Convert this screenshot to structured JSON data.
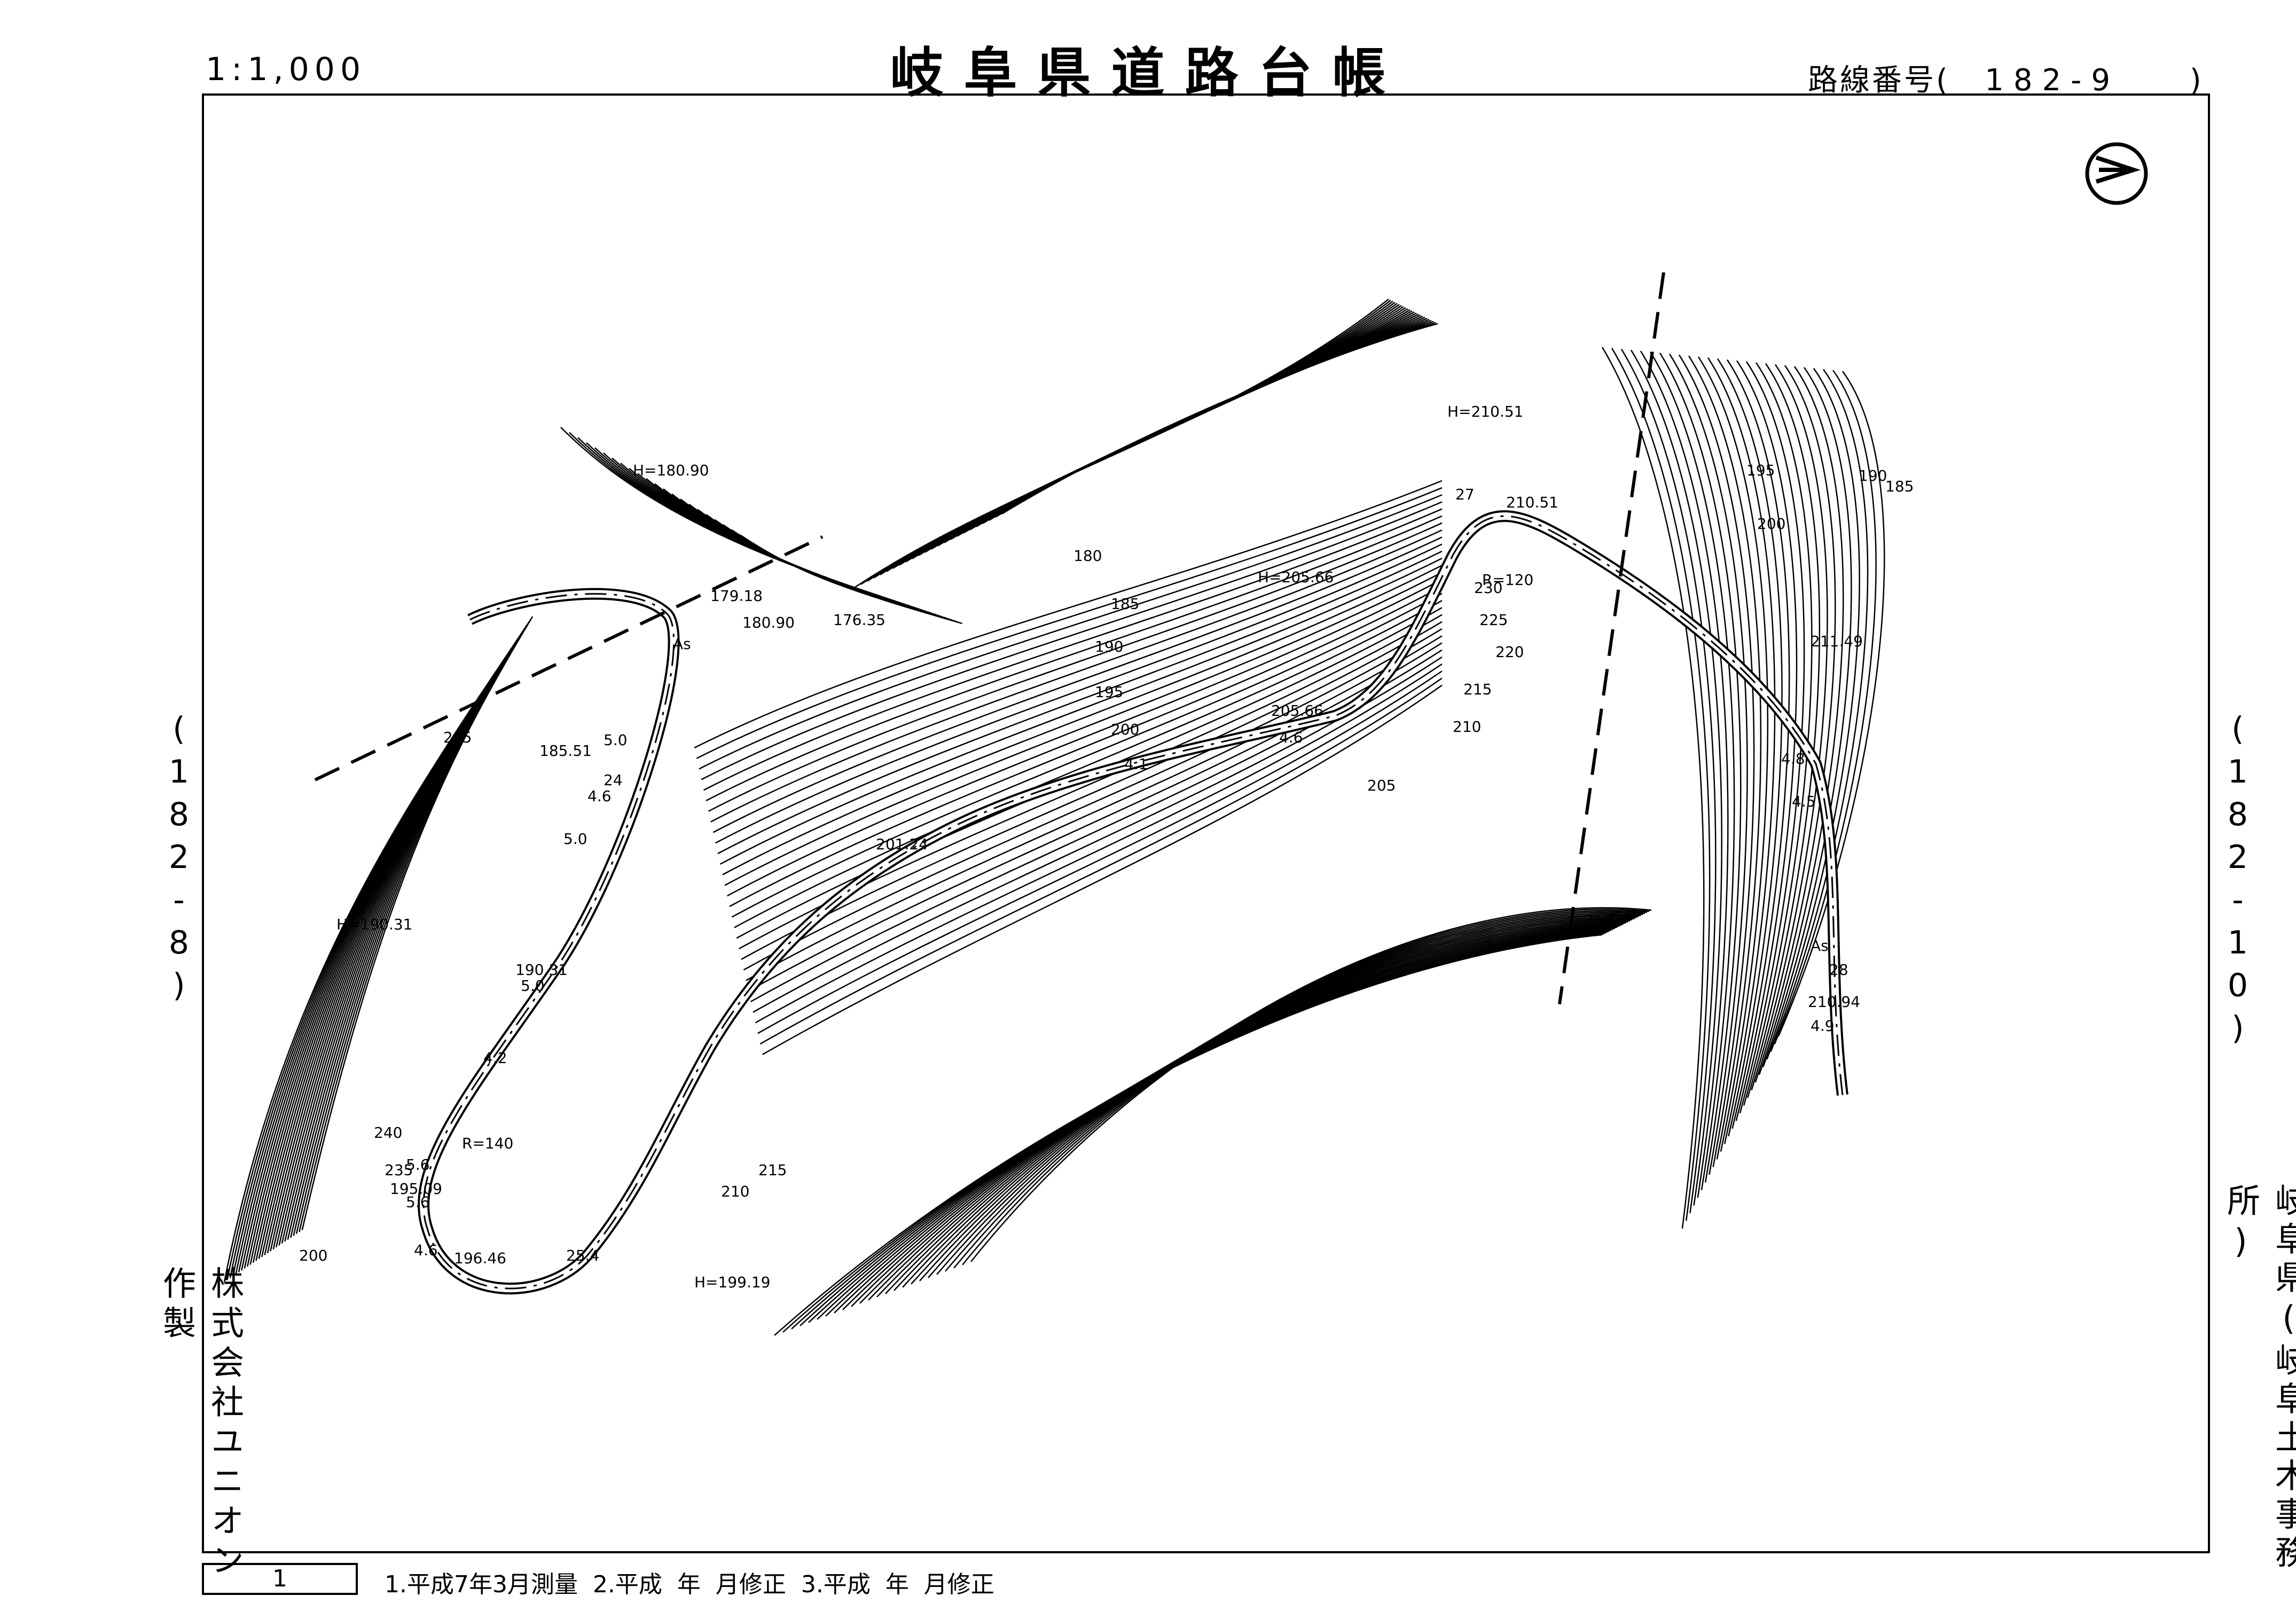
{
  "header": {
    "scale": "1:1,000",
    "title": "岐阜県道路台帳",
    "route_label": "路線番号(",
    "route_number": "182-9",
    "route_close": ")"
  },
  "adjacent_sheets": {
    "left": "(182-8)",
    "right": "(182-10)"
  },
  "maker": "株式会社ユニオン作製",
  "office": "岐阜県(岐阜土木事務所)",
  "footer": {
    "edition": "1",
    "history": "1.平成7年3月測量  2.平成  年  月修正  3.平成  年  月修正"
  },
  "map": {
    "north_arrow": "north-arrow-icon",
    "contour_labels": [
      "180",
      "185",
      "190",
      "195",
      "200",
      "205",
      "210",
      "215",
      "220",
      "225",
      "230",
      "235",
      "240",
      "200",
      "205",
      "210",
      "215",
      "200",
      "195",
      "190",
      "185"
    ],
    "road_labels": [
      "H=180.90",
      "H=190.31",
      "H=205.66",
      "H=210.51",
      "H=199.19",
      "R=140",
      "R=120",
      "As",
      "As",
      "179.18",
      "180.90",
      "176.35",
      "185.51",
      "190.31",
      "195.09",
      "196.46",
      "201.24",
      "205.66",
      "210.51",
      "211.49",
      "210.94",
      "5.0",
      "4.6",
      "5.0",
      "5.0",
      "4.2",
      "5.6",
      "5.6",
      "4.6",
      "25.4",
      "24",
      "27",
      "28",
      "4.8",
      "4.5",
      "4.9",
      "4.1",
      "4.6"
    ]
  }
}
